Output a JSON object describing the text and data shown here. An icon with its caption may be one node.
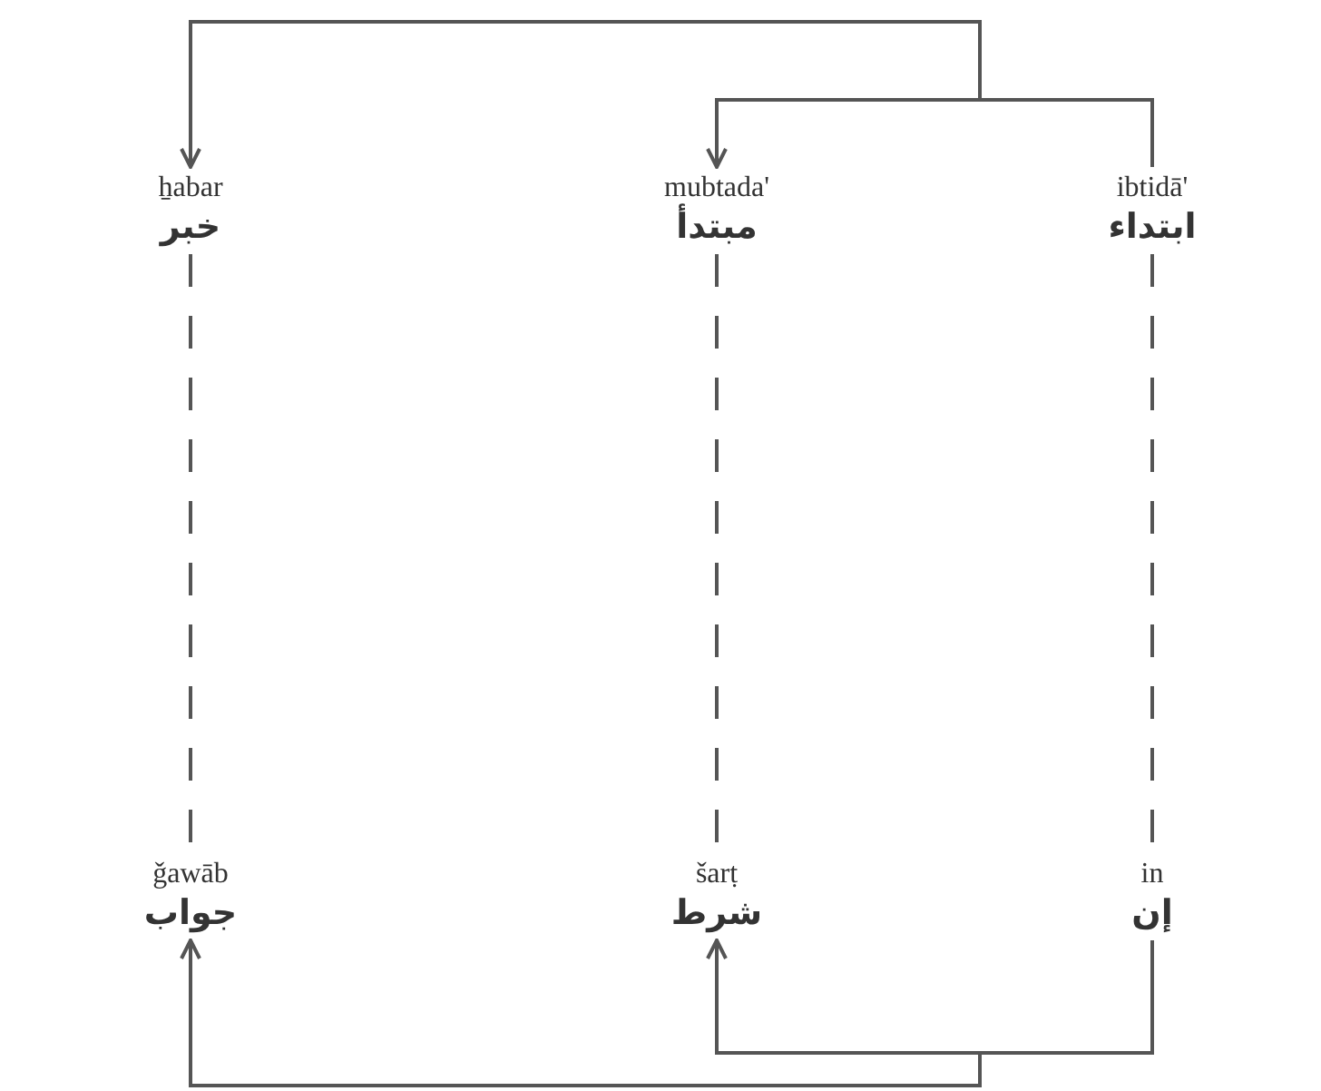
{
  "diagram": {
    "nodes": [
      {
        "text": [
          "ẖabar",
          "خبر"
        ]
      },
      {
        "text": [
          "mubtada'",
          "مبتدأ"
        ]
      },
      {
        "text": [
          "ibtidā'",
          "ابتداء"
        ]
      },
      {
        "text": [
          "ǧawāb",
          "جواب"
        ]
      },
      {
        "text": [
          "šarṭ",
          "شرط"
        ]
      },
      {
        "text": [
          "in",
          "إن"
        ]
      }
    ],
    "edges": [
      {
        "from": 2,
        "to": 0,
        "arrow": "to"
      },
      {
        "from": 2,
        "to": 1,
        "arrow": "to"
      },
      {
        "from": 0,
        "to": 3,
        "arrow": "none",
        "style": "dashed"
      },
      {
        "from": 1,
        "to": 4,
        "arrow": "none",
        "style": "dashed"
      },
      {
        "from": 2,
        "to": 5,
        "arrow": "none",
        "style": "dashed"
      },
      {
        "from": 5,
        "to": 4,
        "arrow": "to"
      },
      {
        "from": 5,
        "to": 3,
        "arrow": "to"
      }
    ]
  }
}
